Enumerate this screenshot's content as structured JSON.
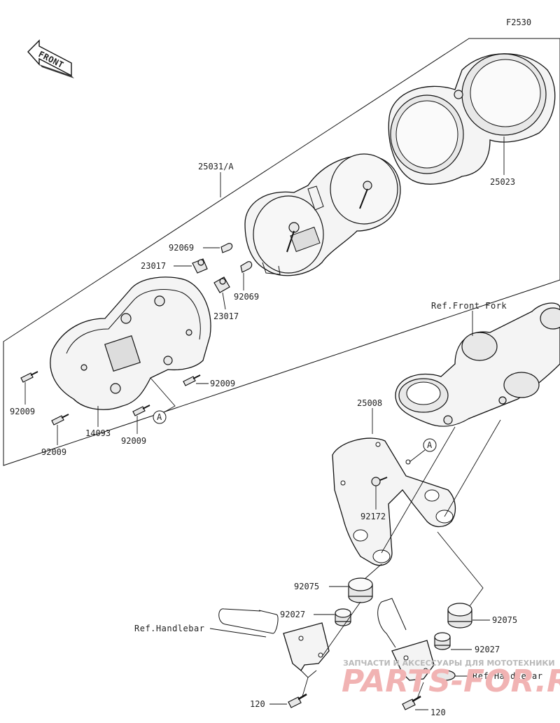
{
  "figure_id": "F2530",
  "front_label": "FRONT",
  "refs": {
    "front_fork": "Ref.Front Fork",
    "handlebar_left": "Ref.Handlebar",
    "handlebar_right": "Ref.Handlebar"
  },
  "callout_A_1": "A",
  "callout_A_2": "A",
  "parts": {
    "p25031A": "25031/A",
    "p25023": "25023",
    "p92069_a": "92069",
    "p92069_b": "92069",
    "p23017_a": "23017",
    "p23017_b": "23017",
    "p92009_a": "92009",
    "p92009_b": "92009",
    "p92009_c": "92009",
    "p92009_d": "92009",
    "p14093": "14093",
    "p25008": "25008",
    "p92172": "92172",
    "p92075_a": "92075",
    "p92075_b": "92075",
    "p92027_a": "92027",
    "p92027_b": "92027",
    "p120_a": "120",
    "p120_b": "120"
  },
  "watermark": {
    "line1": "ЗАПЧАСТИ И АКСЕССУАРЫ ДЛЯ МОТОТЕХНИКИ",
    "line2": "PARTS-FOR.RU"
  }
}
